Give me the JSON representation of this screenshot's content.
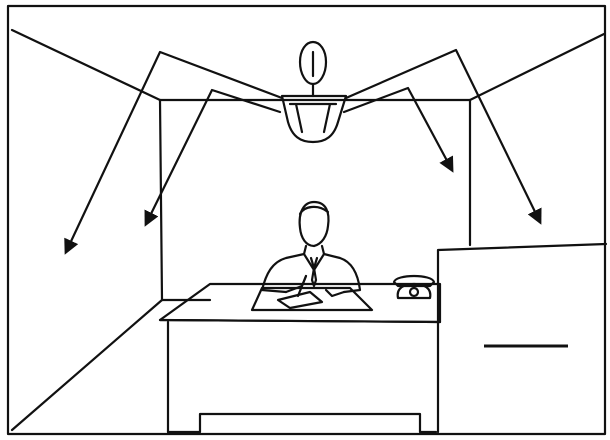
{
  "diagram": {
    "name": "office-lighting-illustration",
    "background_color": "#ffffff",
    "line_color": "#111111",
    "elements": [
      "ceiling-lamp",
      "light-ray-arrows",
      "room-corner-lines",
      "office-worker",
      "desk",
      "telephone",
      "document-papers",
      "filing-cabinet"
    ]
  }
}
